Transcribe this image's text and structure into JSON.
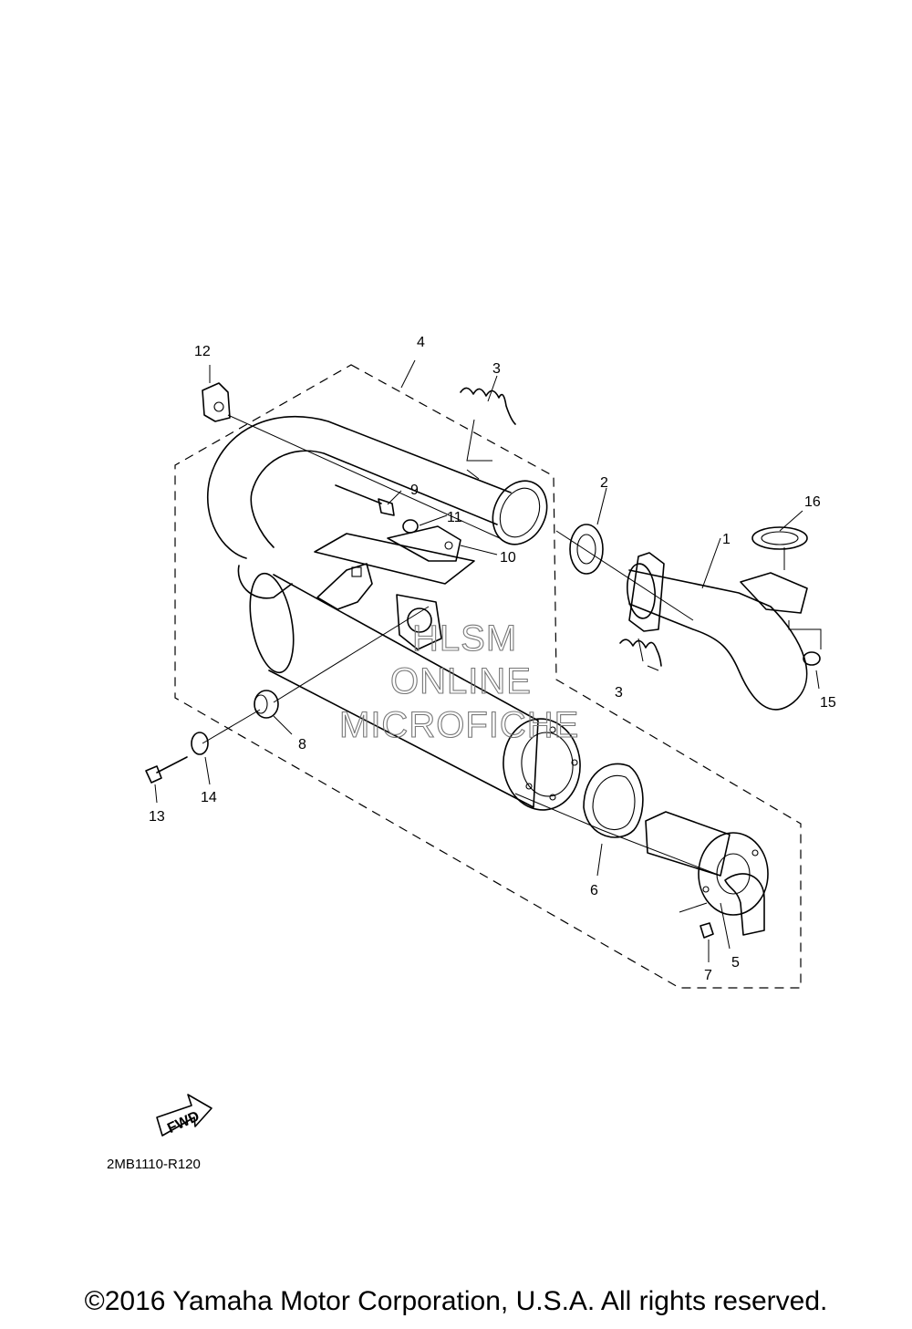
{
  "callouts": [
    {
      "id": "1",
      "label": "1"
    },
    {
      "id": "2",
      "label": "2"
    },
    {
      "id": "3a",
      "label": "3"
    },
    {
      "id": "3b",
      "label": "3"
    },
    {
      "id": "4",
      "label": "4"
    },
    {
      "id": "5",
      "label": "5"
    },
    {
      "id": "6",
      "label": "6"
    },
    {
      "id": "7",
      "label": "7"
    },
    {
      "id": "8",
      "label": "8"
    },
    {
      "id": "9",
      "label": "9"
    },
    {
      "id": "10",
      "label": "10"
    },
    {
      "id": "11",
      "label": "11"
    },
    {
      "id": "12",
      "label": "12"
    },
    {
      "id": "13",
      "label": "13"
    },
    {
      "id": "14",
      "label": "14"
    },
    {
      "id": "15",
      "label": "15"
    },
    {
      "id": "16",
      "label": "16"
    }
  ],
  "watermark": {
    "line1": "HLSM",
    "line2": "ONLINE",
    "line3": "MICROFICHE"
  },
  "fwd_label": "FWD",
  "diagram_code": "2MB1110-R120",
  "copyright": "©2016 Yamaha Motor Corporation, U.S.A. All rights reserved."
}
